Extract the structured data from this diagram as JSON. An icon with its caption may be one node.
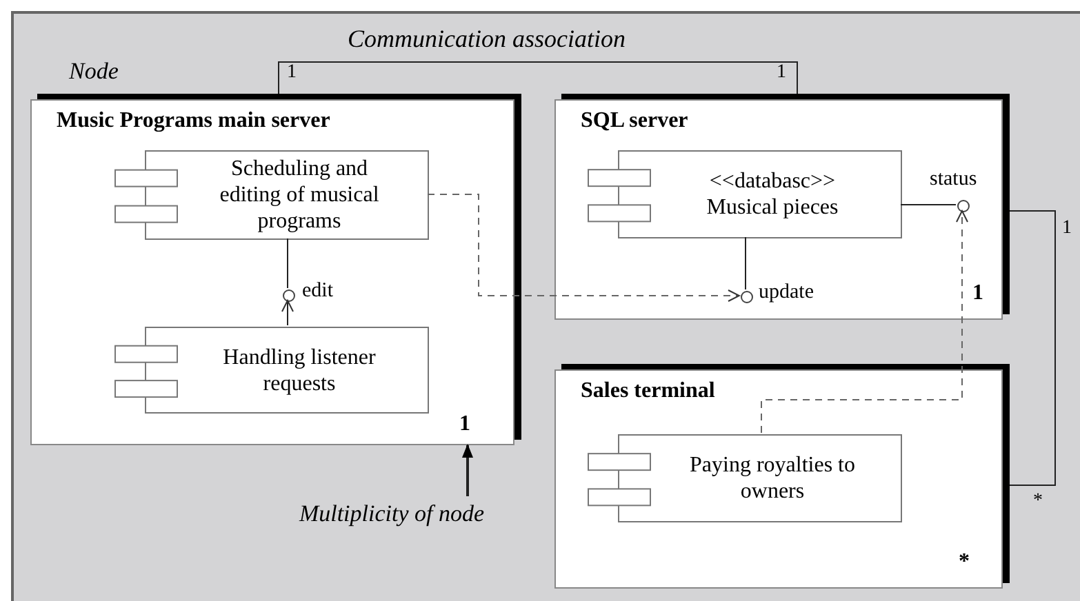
{
  "diagram": {
    "nodes": [
      {
        "text": [
          "Music Programs main server"
        ]
      },
      {
        "text": [
          "Scheduling and editing of musical programs"
        ],
        "in": 0
      },
      {
        "text": [],
        "shape": "circle",
        "in": 0,
        "beside": [
          "edit"
        ]
      },
      {
        "text": [
          "Handling listener requests"
        ],
        "in": 0
      },
      {
        "text": [
          "SQL server"
        ]
      },
      {
        "text": [
          "<<databasc>>",
          "Musical pieces"
        ],
        "in": 4
      },
      {
        "text": [],
        "shape": "circle",
        "in": 4,
        "beside": [
          "status"
        ]
      },
      {
        "text": [],
        "shape": "circle",
        "in": 4,
        "beside": [
          "update"
        ]
      },
      {
        "text": [
          "Sales terminal"
        ]
      },
      {
        "text": [
          "Paying royalties to owners"
        ],
        "in": 8
      },
      {
        "text": [
          "Multiplicity of node"
        ]
      }
    ],
    "edges": [
      {
        "from": 1,
        "to": 2,
        "arrow": "none"
      },
      {
        "from": 3,
        "to": 2,
        "arrow": "to"
      },
      {
        "from": 1,
        "to": 7,
        "arrow": "to",
        "style": "dashed"
      },
      {
        "from": 5,
        "to": 7,
        "arrow": "none"
      },
      {
        "from": 5,
        "to": 6,
        "arrow": "none"
      },
      {
        "from": 9,
        "to": 6,
        "arrow": "to",
        "style": "dashed"
      },
      {
        "from": 0,
        "to": 4,
        "arrow": "none"
      },
      {
        "from": 4,
        "to": 8,
        "arrow": "none"
      },
      {
        "from": 10,
        "to": 0,
        "arrow": "to"
      }
    ],
    "labels": [
      "Communication association",
      "Node",
      "1",
      "1",
      "1",
      "*",
      "1",
      "1",
      "*"
    ]
  }
}
